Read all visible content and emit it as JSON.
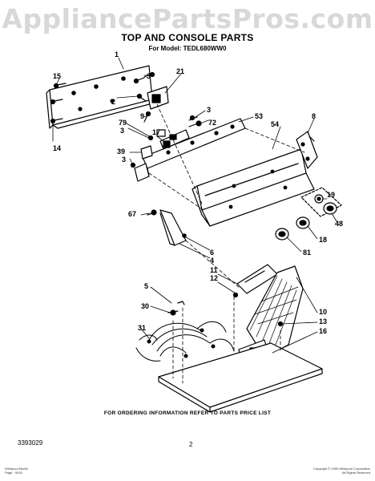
{
  "watermark": "AppliancePartsPros.com",
  "title": "TOP AND CONSOLE PARTS",
  "subtitle": "For Model: TEDL680WW0",
  "footer_note": "FOR ORDERING INFORMATION REFER TO PARTS PRICE LIST",
  "doc_number": "3393029",
  "page_number": "2",
  "fine_print_left": [
    "Whirlpool Model",
    "Page · 0000"
  ],
  "fine_print_right": [
    "Copyright © 1990 Whirlpool Corporation",
    "All Rights Reserved"
  ],
  "callouts": {
    "c1": "1",
    "c15": "15",
    "c3a": "3",
    "c14": "14",
    "c2": "2",
    "c21": "21",
    "c9": "9",
    "c3b": "3",
    "c72": "72",
    "c79": "79",
    "c3c": "3",
    "c17": "17",
    "c53": "53",
    "c54": "54",
    "c8": "8",
    "c39": "39",
    "c3d": "3",
    "c19": "19",
    "c48": "48",
    "c67": "67",
    "c18": "18",
    "c6": "6",
    "c4": "4",
    "c81": "81",
    "c11": "11",
    "c12": "12",
    "c5": "5",
    "c30": "30",
    "c31": "31",
    "c10": "10",
    "c13": "13",
    "c16": "16"
  }
}
